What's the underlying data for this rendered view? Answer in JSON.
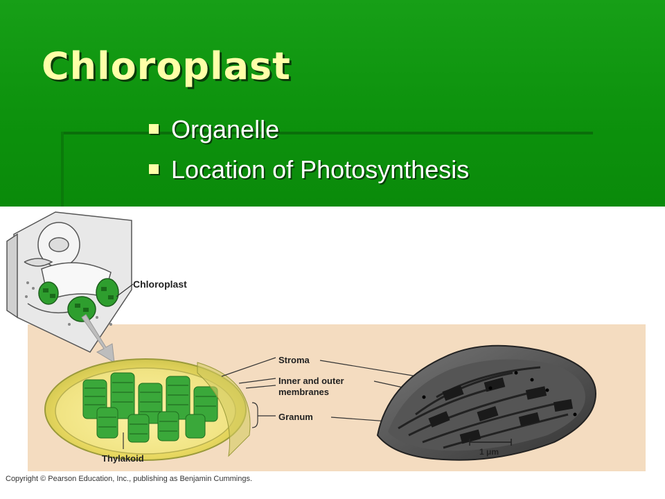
{
  "slide": {
    "title": "Chloroplast",
    "bullets": [
      "Organelle",
      "Location of Photosynthesis"
    ]
  },
  "figure": {
    "labels": {
      "chloroplast": "Chloroplast",
      "stroma": "Stroma",
      "membranes_line1": "Inner and outer",
      "membranes_line2": "membranes",
      "granum": "Granum",
      "thylakoid": "Thylakoid",
      "scale": "1 μm"
    },
    "copyright": "Copyright © Pearson Education, Inc., publishing as Benjamin Cummings."
  },
  "colors": {
    "header_green": "#0d920d",
    "title_yellow": "#ffffa8",
    "panel_tan": "#f4dcc0",
    "chloroplast_green": "#2e9e2e"
  }
}
